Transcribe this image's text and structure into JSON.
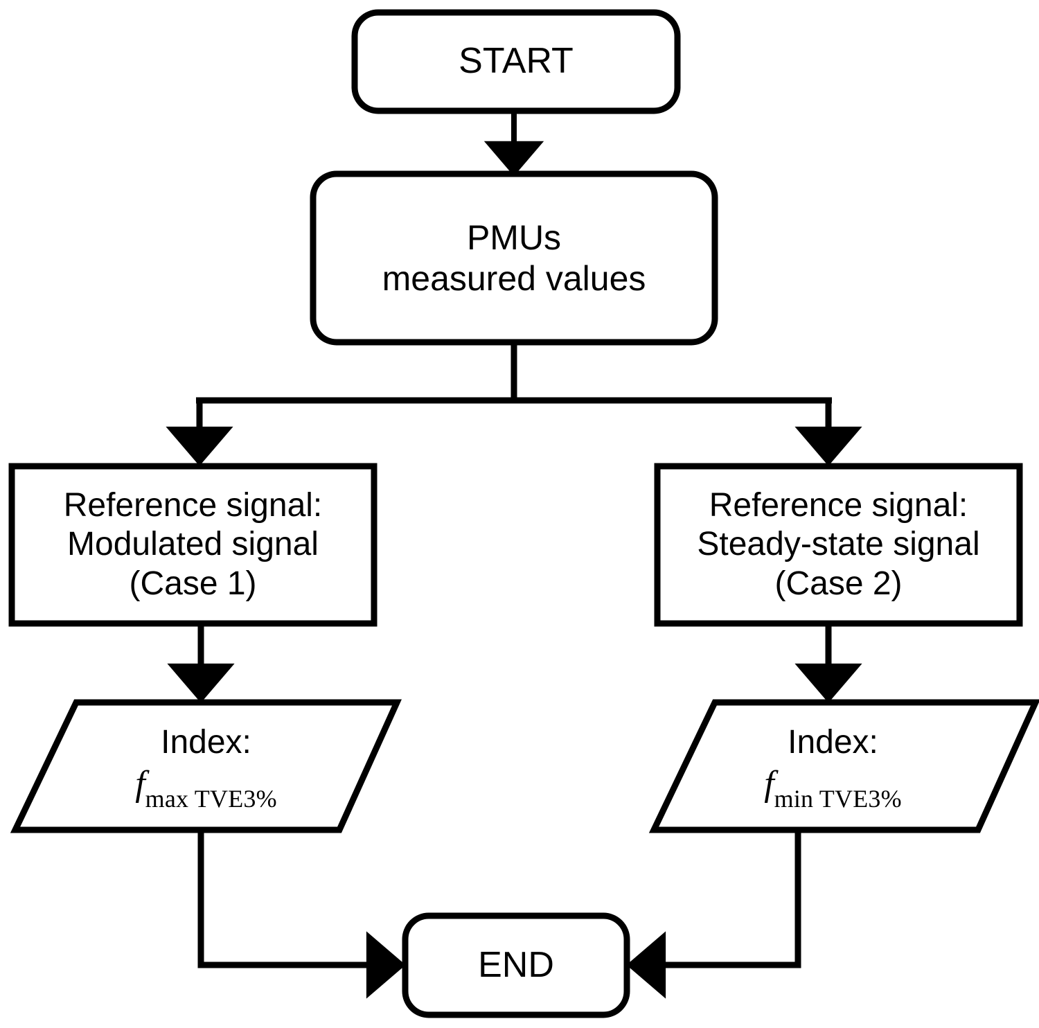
{
  "diagram": {
    "title": "PMU reference-signal evaluation flowchart",
    "background_color": "#ffffff",
    "stroke_color": "#000000",
    "fill_color": "#ffffff"
  },
  "nodes": {
    "start": {
      "shape": "rounded-terminator",
      "text": "START"
    },
    "pmus": {
      "shape": "rounded-process",
      "line1": "PMUs",
      "line2": "measured values"
    },
    "case1": {
      "shape": "rectangle",
      "line1": "Reference signal:",
      "line2": "Modulated signal",
      "line3": "(Case 1)"
    },
    "case2": {
      "shape": "rectangle",
      "line1": "Reference signal:",
      "line2": "Steady-state signal",
      "line3": "(Case 2)"
    },
    "index1": {
      "shape": "parallelogram",
      "line1": "Index:",
      "formula_var": "f",
      "formula_sub": "max TVE3%"
    },
    "index2": {
      "shape": "parallelogram",
      "line1": "Index:",
      "formula_var": "f",
      "formula_sub": "min TVE3%"
    },
    "end": {
      "shape": "rounded-terminator",
      "text": "END"
    }
  },
  "edges": [
    {
      "name": "start-to-pmus",
      "from": "start",
      "to": "pmus",
      "arrow": "down"
    },
    {
      "name": "pmus-branch-left",
      "from": "pmus",
      "to": "case1",
      "arrow": "down"
    },
    {
      "name": "pmus-branch-right",
      "from": "pmus",
      "to": "case2",
      "arrow": "down"
    },
    {
      "name": "case1-to-index1",
      "from": "case1",
      "to": "index1",
      "arrow": "down"
    },
    {
      "name": "case2-to-index2",
      "from": "case2",
      "to": "index2",
      "arrow": "down"
    },
    {
      "name": "index1-to-end",
      "from": "index1",
      "to": "end",
      "arrow": "right"
    },
    {
      "name": "index2-to-end",
      "from": "index2",
      "to": "end",
      "arrow": "left"
    }
  ]
}
